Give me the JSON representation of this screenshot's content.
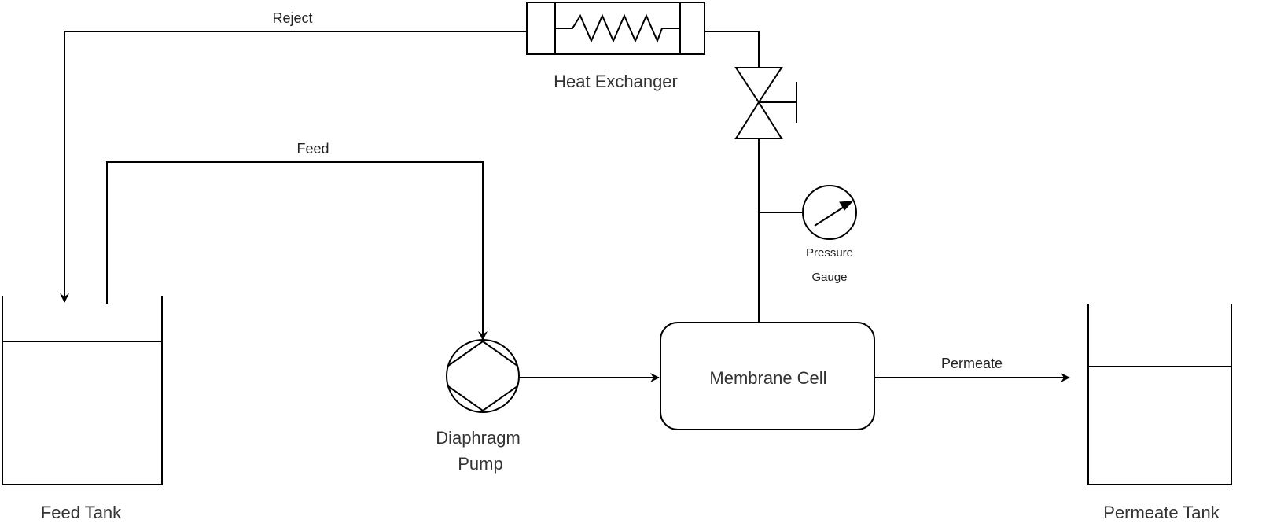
{
  "labels": {
    "reject": "Reject",
    "feed": "Feed",
    "heat_exchanger": "Heat Exchanger",
    "pressure_gauge_line1": "Pressure",
    "pressure_gauge_line2": "Gauge",
    "membrane_cell": "Membrane Cell",
    "permeate": "Permeate",
    "diaphragm_pump_line1": "Diaphragm",
    "diaphragm_pump_line2": "Pump",
    "feed_tank": "Feed Tank",
    "permeate_tank": "Permeate Tank"
  },
  "colors": {
    "stroke": "#000000",
    "text": "#333333",
    "background": "#ffffff"
  }
}
